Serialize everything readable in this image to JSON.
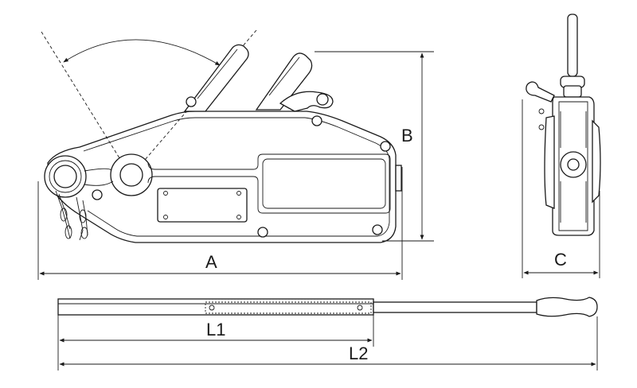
{
  "dimensions": {
    "a": "A",
    "b": "B",
    "c": "C",
    "l1": "L1",
    "l2": "L2"
  },
  "colors": {
    "line": "#1a1a1a",
    "background": "#ffffff"
  }
}
